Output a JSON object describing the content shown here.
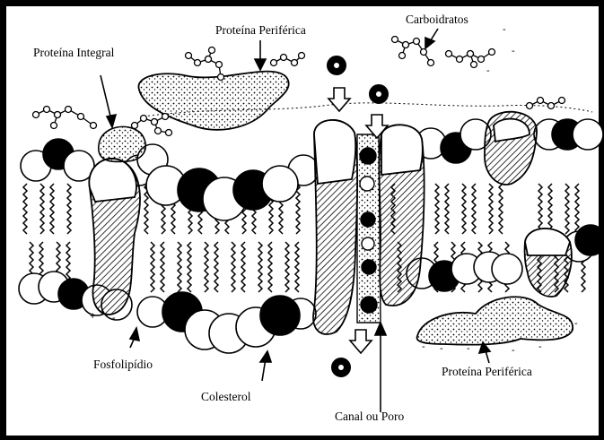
{
  "labels": {
    "proteina_integral": "Proteína Integral",
    "proteina_periferica_top": "Proteína Periférica",
    "carboidratos": "Carboidratos",
    "fosfolipidio": "Fosfolipídio",
    "colesterol": "Colesterol",
    "canal_ou_poro": "Canal ou Poro",
    "proteina_periferica_bottom": "Proteína Periférica"
  },
  "colors": {
    "ink": "#000000",
    "background": "#ffffff",
    "frame": "#000000"
  }
}
